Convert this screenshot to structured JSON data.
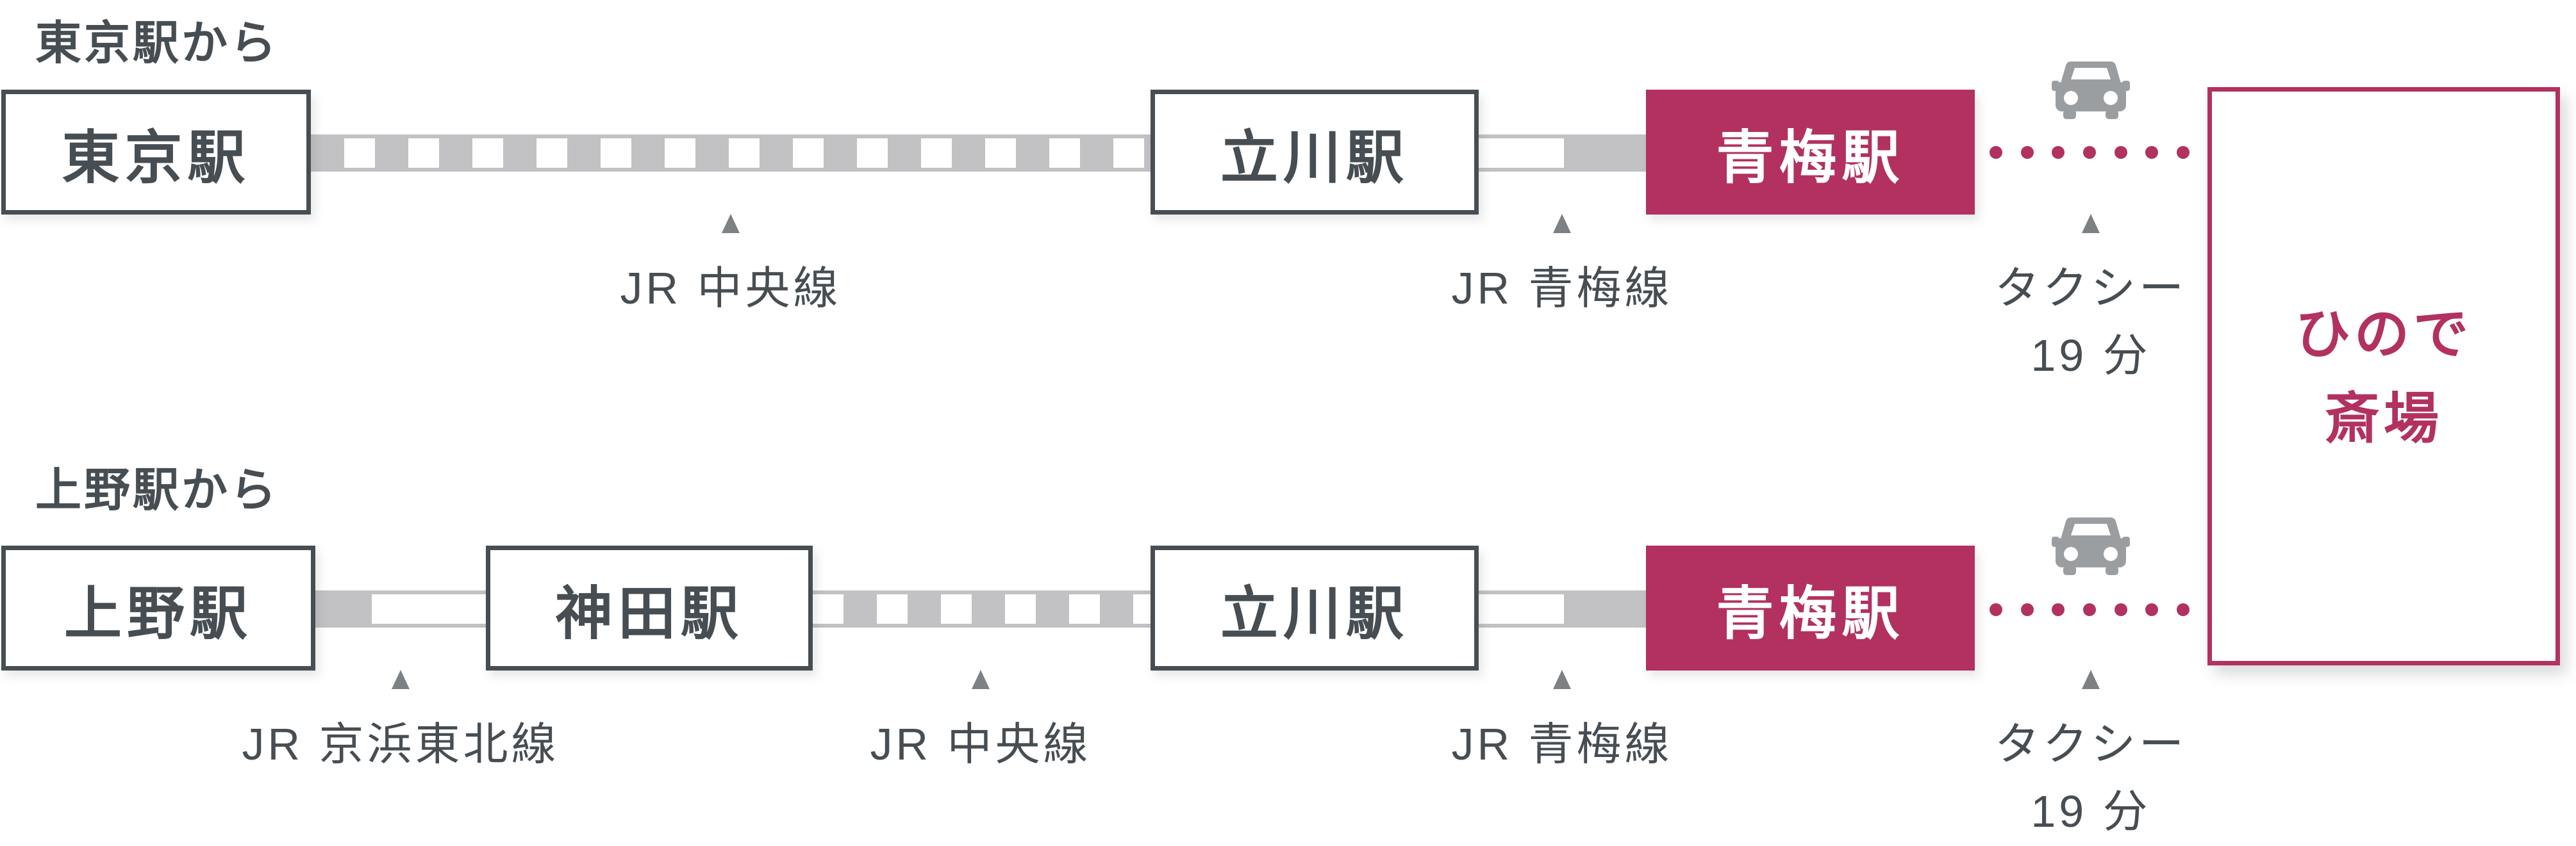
{
  "colors": {
    "accent": "#b23160",
    "dark": "#474e53",
    "rail_gray": "#c2c1c3",
    "marker_gray": "#7d8184",
    "car_gray": "#9b9ea1",
    "background": "#ffffff"
  },
  "destination": {
    "line1": "ひので",
    "line2": "斎場"
  },
  "routes": [
    {
      "heading": "東京駅から",
      "stations": [
        "東京駅",
        "立川駅",
        "青梅駅"
      ],
      "lines": [
        "JR 中央線",
        "JR 青梅線"
      ],
      "taxi": {
        "line1": "タクシー",
        "line2": "19 分"
      }
    },
    {
      "heading": "上野駅から",
      "stations": [
        "上野駅",
        "神田駅",
        "立川駅",
        "青梅駅"
      ],
      "lines": [
        "JR 京浜東北線",
        "JR 中央線",
        "JR 青梅線"
      ],
      "taxi": {
        "line1": "タクシー",
        "line2": "19 分"
      }
    }
  ],
  "icons": {
    "taxi": "car-front",
    "line_marker": "triangle-up"
  }
}
